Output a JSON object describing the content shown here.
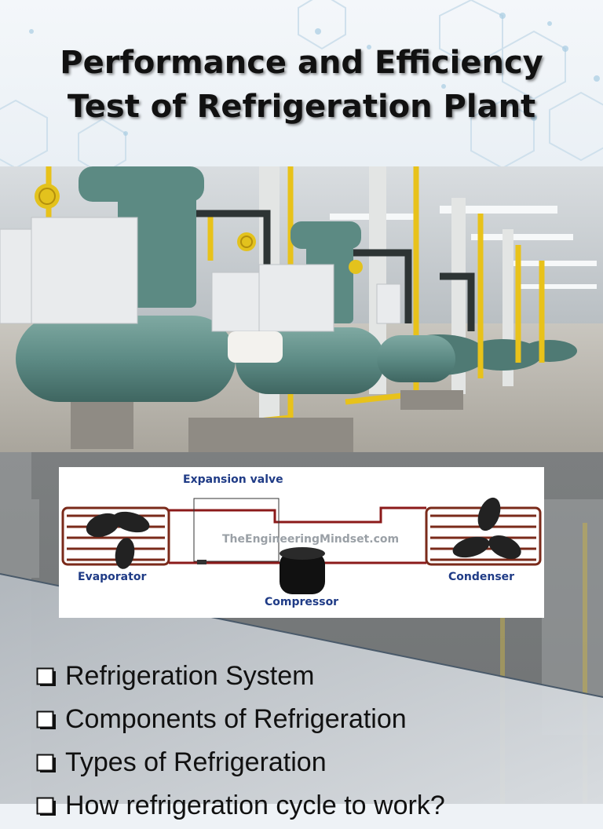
{
  "slide": {
    "title_line1": "Performance and Efficiency",
    "title_line2": "Test of Refrigeration Plant"
  },
  "diagram": {
    "expansion_valve": "Expansion valve",
    "watermark": "TheEngineeringMindset.com",
    "evaporator": "Evaporator",
    "condenser": "Condenser",
    "compressor": "Compressor"
  },
  "bullets": [
    "Refrigeration System",
    "Components of Refrigeration",
    "Types of Refrigeration",
    "How refrigeration cycle to work?"
  ],
  "colors": {
    "title": "#111111",
    "diagram_label": "#1f3b86",
    "pipe": "#8b1a1a",
    "tank": "#5d8b85",
    "yellow_pipe": "#e8c21a"
  }
}
